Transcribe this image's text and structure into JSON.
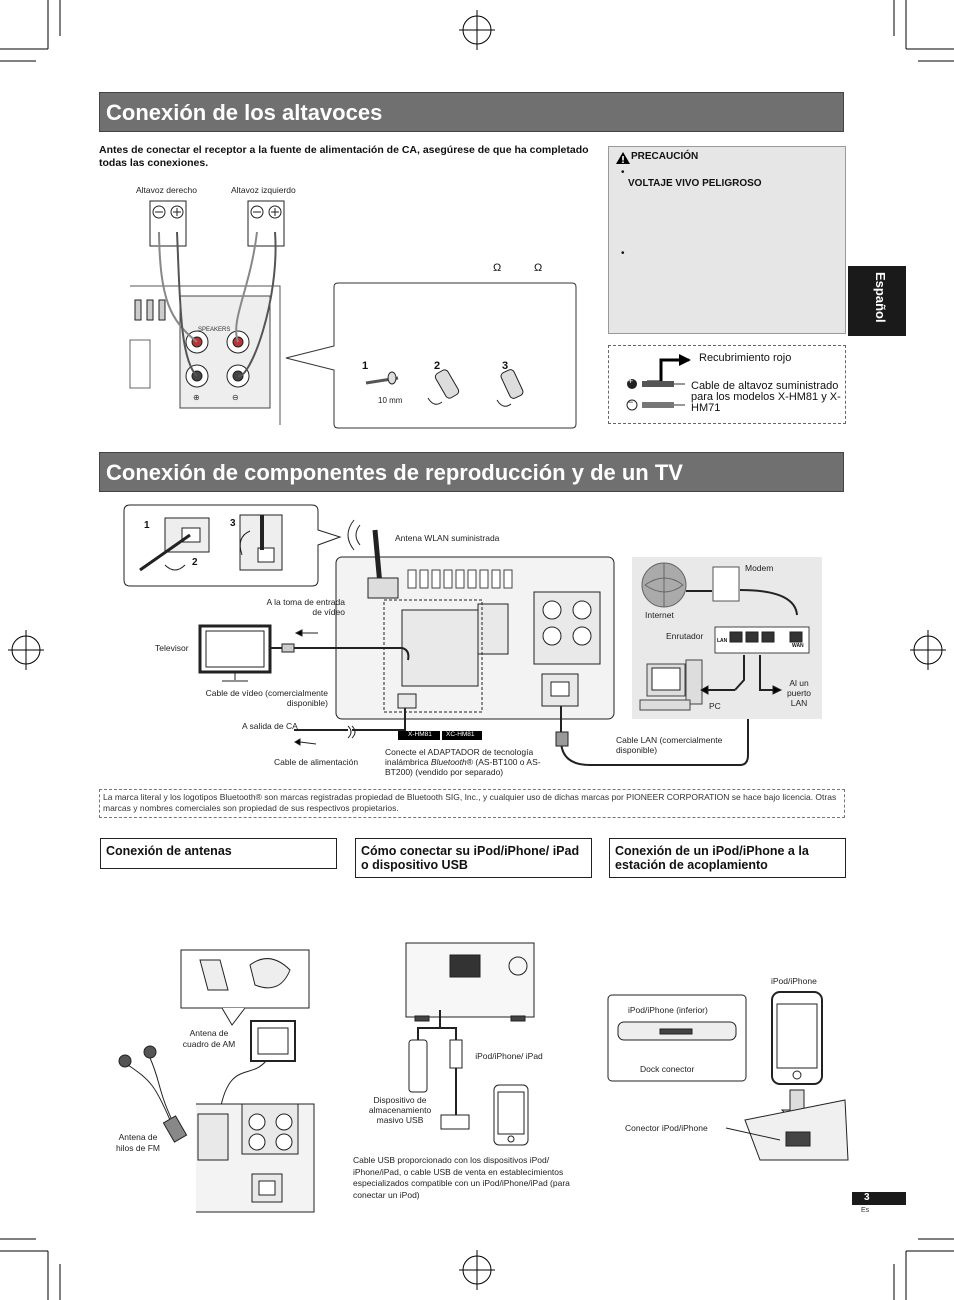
{
  "section1": {
    "title": "Conexión de los altavoces",
    "intro": "Antes de conectar el receptor a la fuente de alimentación de CA, asegúrese de que ha completado todas las conexiones.",
    "speaker_right": "Altavoz derecho",
    "speaker_left": "Altavoz izquierdo",
    "ohm1": "Ω",
    "ohm2": "Ω",
    "steps": [
      "1",
      "2",
      "3"
    ],
    "strip_length": "10 mm",
    "caution": {
      "title": "PRECAUCIÓN",
      "bullet1": "•",
      "bullet1_text": "VOLTAJE VIVO PELIGROSO",
      "bullet2": "•"
    },
    "cable_legend": {
      "plus": "+",
      "minus": "−",
      "red_coating": "Recubrimiento rojo",
      "cable_desc": "Cable de altavoz suministrado para los modelos X-HM81 y X-HM71"
    }
  },
  "language_tab": "Español",
  "section2": {
    "title": "Conexión de componentes de reproducción y de un TV",
    "antenna_steps": [
      "1",
      "2",
      "3"
    ],
    "wlan_antenna": "Antena WLAN suministrada",
    "video_in": "A la toma de entrada de vídeo",
    "tv": "Televisor",
    "video_cable": "Cable de vídeo (comercialmente disponible)",
    "ac_out": "A salida de CA",
    "power_cable": "Cable de alimentación",
    "model_a": "X-HM81",
    "model_b": "XC-HM81",
    "bluetooth_note_a": "Conecte el ADAPTADOR de tecnología inalámbrica ",
    "bluetooth_word": "Bluetooth",
    "bluetooth_note_b": "® (AS-BT100 o AS-BT200) (vendido por separado)",
    "lan_cable": "Cable LAN (comercialmente disponible)",
    "modem": "Modem",
    "internet": "Internet",
    "router": "Enrutador",
    "pc": "PC",
    "lan_port": "Al un puerto LAN",
    "lan_label": "LAN",
    "wan_label": "WAN"
  },
  "trademark": "La marca literal y los logotipos Bluetooth® son marcas registradas propiedad de Bluetooth SIG, Inc., y cualquier uso de dichas marcas por PIONEER CORPORATION se hace bajo licencia. Otras marcas y nombres comerciales son propiedad de sus respectivos propietarios.",
  "antennas": {
    "title": "Conexión de antenas",
    "am_loop": "Antena de cuadro de AM",
    "fm_wire": "Antena de hilos de FM"
  },
  "ipod_usb": {
    "title": "Cómo conectar su iPod/iPhone/ iPad o dispositivo USB",
    "ipod_label": "iPod/iPhone/ iPad",
    "usb_device": "Dispositivo de almacenamiento masivo USB",
    "cable_note": "Cable USB proporcionado con los dispositivos iPod/ iPhone/iPad, o cable USB de venta en establecimientos especializados compatible con un iPod/iPhone/iPad (para conectar un iPod)"
  },
  "dock": {
    "title": "Conexión de un iPod/iPhone a la estación de acoplamiento",
    "ipod_iphone": "iPod/iPhone",
    "ipod_bottom": "iPod/iPhone (inferior)",
    "dock_connector": "Dock conector",
    "ipod_connector": "Conector iPod/iPhone"
  },
  "page": {
    "number": "3",
    "lang_code": "Es"
  },
  "colors": {
    "banner": "#707070",
    "caution_bg": "#e6e6e6",
    "tab": "#1a1a1a"
  }
}
